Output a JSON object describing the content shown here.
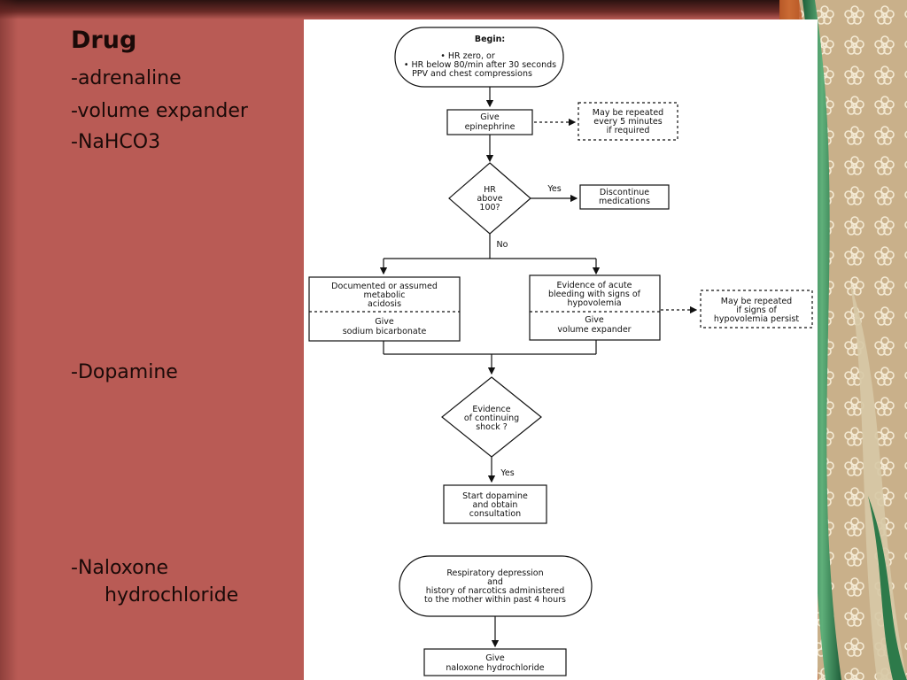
{
  "slide": {
    "title": "Drug",
    "items": [
      "-adrenaline",
      "-volume expander",
      "-NaHCO3",
      "-Dopamine",
      "-Naloxone",
      "hydrochloride"
    ]
  },
  "flowchart": {
    "begin": {
      "title": "Begin:",
      "line1": "• HR zero, or",
      "line2": "• HR below  80/min after 30 seconds",
      "line3": "PPV and chest compressions"
    },
    "give_epi": [
      "Give",
      "epinephrine"
    ],
    "repeat_5min": [
      "May be repeated",
      "every 5 minutes",
      "if required"
    ],
    "hr_check": [
      "HR",
      "above",
      "100?"
    ],
    "yes_label_1": "Yes",
    "discontinue": [
      "Discontinue",
      "medications"
    ],
    "no_label": "No",
    "acidosis": [
      "Documented or assumed",
      "metabolic",
      "acidosis"
    ],
    "give_bicarb": [
      "Give",
      "sodium bicarbonate"
    ],
    "bleeding": [
      "Evidence of acute",
      "bleeding with signs of",
      "hypovolemia"
    ],
    "give_volume": [
      "Give",
      "volume expander"
    ],
    "repeat_hypo": [
      "May be repeated",
      "if signs of",
      "hypovolemia persist"
    ],
    "shock_check": [
      "Evidence",
      "of continuing",
      "shock ?"
    ],
    "yes_label_2": "Yes",
    "dopamine": [
      "Start dopamine",
      "and obtain",
      "consultation"
    ],
    "resp_depression": [
      "Respiratory depression",
      "and",
      "history of narcotics administered",
      "to the mother within past 4 hours"
    ],
    "give_naloxone": [
      "Give",
      "naloxone hydrochloride"
    ]
  },
  "colors": {
    "background": "#b95b55",
    "text": "#1a0a08",
    "panel": "#ffffff"
  }
}
